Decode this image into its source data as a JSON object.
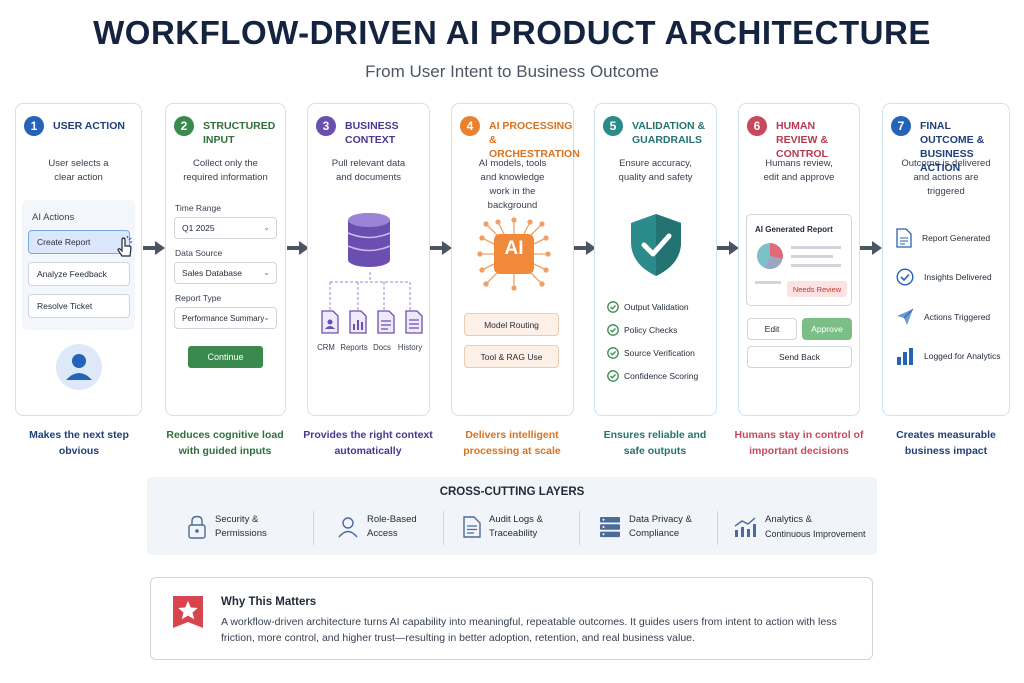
{
  "header": {
    "title": "WORKFLOW-DRIVEN AI PRODUCT ARCHITECTURE",
    "subtitle": "From User Intent to Business Outcome"
  },
  "colors": {
    "step1": "#2563b8",
    "step2": "#3a8a4e",
    "step3": "#6b4fb0",
    "step4": "#e8822e",
    "step5": "#2b8a8a",
    "step6": "#c8485e",
    "step7": "#2563b8"
  },
  "steps": [
    {
      "num": "1",
      "title": "USER ACTION",
      "desc": "User selects a clear action",
      "caption": "Makes the next step obvious"
    },
    {
      "num": "2",
      "title": "STRUCTURED INPUT",
      "desc": "Collect only the required information",
      "caption": "Reduces cognitive load with guided inputs"
    },
    {
      "num": "3",
      "title": "BUSINESS CONTEXT",
      "desc": "Pull relevant data and documents",
      "caption": "Provides the right context automatically"
    },
    {
      "num": "4",
      "title": "AI PROCESSING & ORCHESTRATION",
      "desc": "AI models, tools and knowledge work in the background",
      "caption": "Delivers intelligent processing at scale"
    },
    {
      "num": "5",
      "title": "VALIDATION & GUARDRAILS",
      "desc": "Ensure accuracy, quality and safety",
      "caption": "Ensures reliable and safe outputs"
    },
    {
      "num": "6",
      "title": "HUMAN REVIEW & CONTROL",
      "desc": "Humans review, edit and approve",
      "caption": "Humans stay in control of important decisions"
    },
    {
      "num": "7",
      "title": "FINAL OUTCOME & BUSINESS ACTION",
      "desc": "Outcome is delivered and actions are triggered",
      "caption": "Creates measurable business impact"
    }
  ],
  "step1": {
    "panel_title": "AI Actions",
    "actions": [
      "Create Report",
      "Analyze Feedback",
      "Resolve Ticket"
    ]
  },
  "step2": {
    "fields": [
      {
        "label": "Time Range",
        "value": "Q1 2025"
      },
      {
        "label": "Data Source",
        "value": "Sales Database"
      },
      {
        "label": "Report Type",
        "value": "Performance Summary"
      }
    ],
    "button": "Continue"
  },
  "step3": {
    "sources": [
      "CRM",
      "Reports",
      "Docs",
      "History"
    ]
  },
  "step4": {
    "chip": "AI",
    "tags": [
      "Model Routing",
      "Tool & RAG Use"
    ]
  },
  "step5": {
    "checks": [
      "Output Validation",
      "Policy Checks",
      "Source Verification",
      "Confidence Scoring"
    ]
  },
  "step6": {
    "report_title": "AI Generated Report",
    "badge": "Needs Review",
    "edit": "Edit",
    "approve": "Approve",
    "send_back": "Send Back"
  },
  "step7": {
    "outcomes": [
      "Report Generated",
      "Insights Delivered",
      "Actions Triggered",
      "Logged for Analytics"
    ]
  },
  "cross": {
    "title": "CROSS-CUTTING LAYERS",
    "layers": [
      {
        "line1": "Security &",
        "line2": "Permissions"
      },
      {
        "line1": "Role-Based",
        "line2": "Access"
      },
      {
        "line1": "Audit Logs &",
        "line2": "Traceability"
      },
      {
        "line1": "Data Privacy &",
        "line2": "Compliance"
      },
      {
        "line1": "Analytics &",
        "line2": "Continuous Improvement"
      }
    ]
  },
  "why": {
    "title": "Why This Matters",
    "body": "A workflow-driven architecture turns AI capability into meaningful, repeatable outcomes. It guides users from intent to action with less friction, more control, and higher trust—resulting in better adoption, retention, and real business value."
  }
}
